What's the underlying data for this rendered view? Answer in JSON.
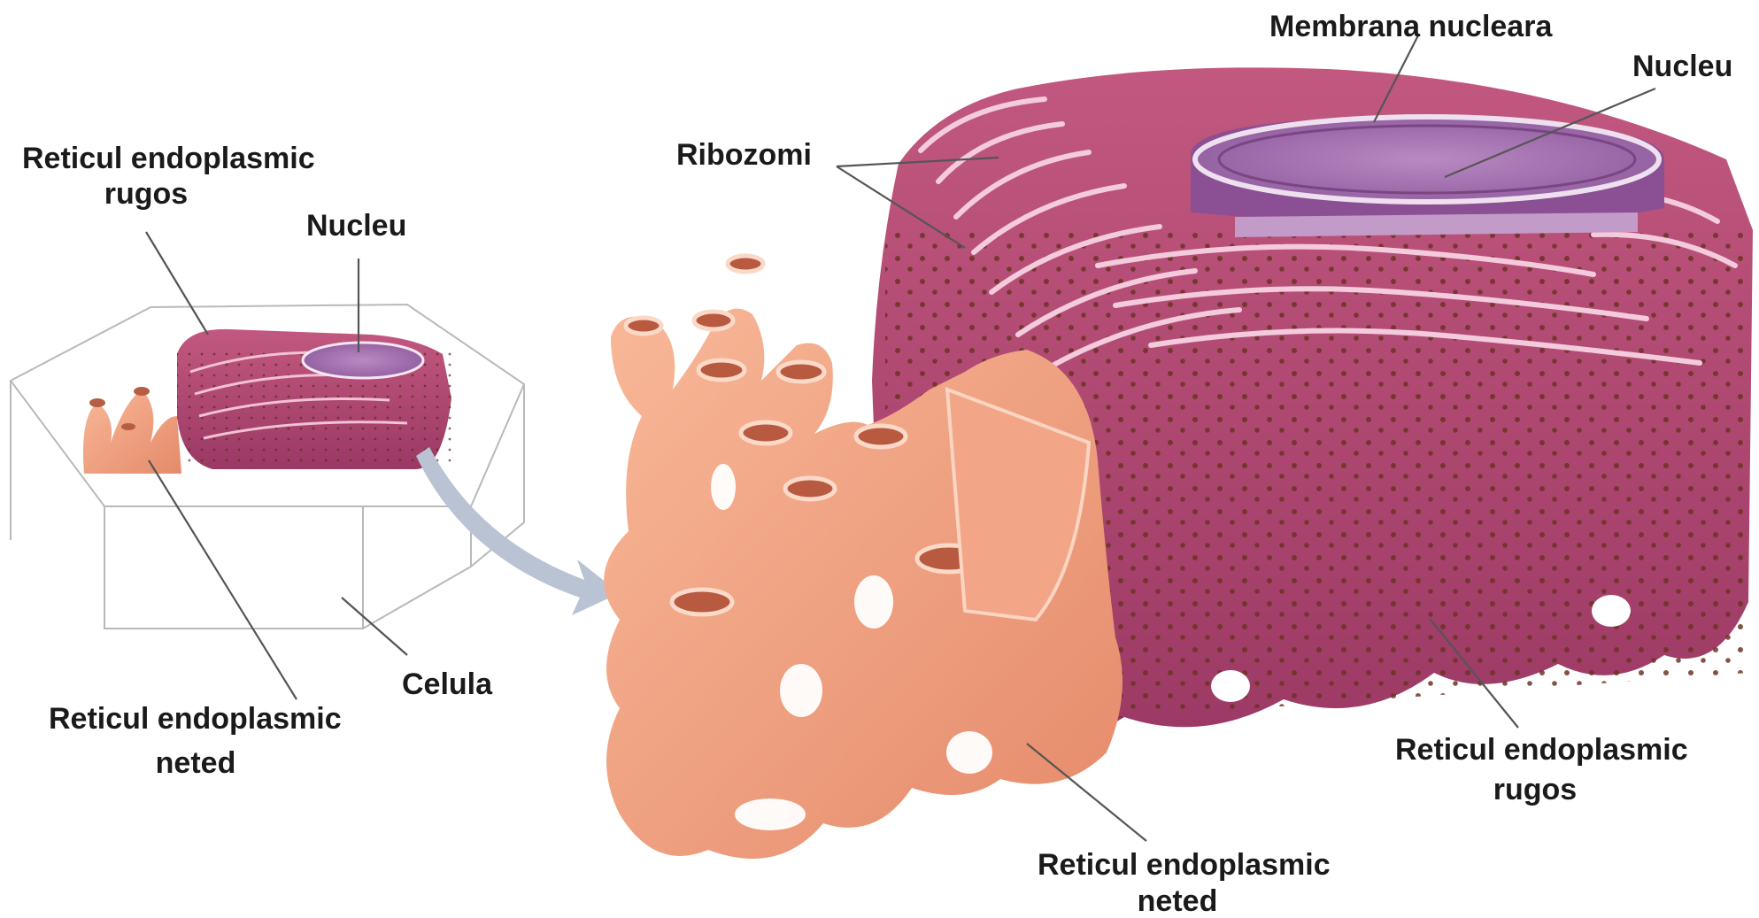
{
  "labels": {
    "small_rough_er": [
      "Reticul endoplasmic",
      "rugos"
    ],
    "small_nucleus": "Nucleu",
    "small_cell": "Celula",
    "small_smooth_er": [
      "Reticul endoplasmic",
      "neted"
    ],
    "ribosomes": "Ribozomi",
    "nuclear_membrane": "Membrana nucleara",
    "large_nucleus": "Nucleu",
    "large_rough_er": [
      "Reticul endoplasmic",
      "rugos"
    ],
    "large_smooth_er": [
      "Reticul endoplasmic",
      "neted"
    ]
  },
  "colors": {
    "rough_er": "#b84a76",
    "rough_er_dark": "#8e2f58",
    "rough_er_light": "#d98aa9",
    "smooth_er": "#f3a586",
    "smooth_er_dark": "#d97a5c",
    "smooth_er_light": "#fcd0bd",
    "nucleus": "#a46cb0",
    "nucleus_light": "#c9a0d0",
    "ribosome": "#7a3a2a",
    "arrow": "#b9c3d3"
  }
}
